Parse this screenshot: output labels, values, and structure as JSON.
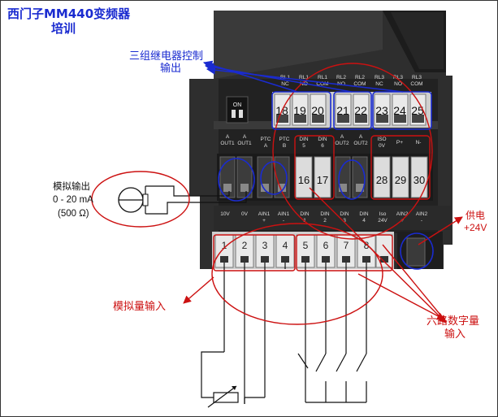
{
  "title": {
    "line1": "西门子MM440变频器",
    "line2": "培训"
  },
  "annotations": {
    "relay_output": {
      "line1": "三组继电器控制",
      "line2": "输出"
    },
    "analog_output": {
      "line1": "模拟输出",
      "line2": "0 - 20 mA",
      "line3": "(500 Ω)"
    },
    "power_supply": {
      "line1": "供电",
      "line2": "+24V"
    },
    "analog_input": "模拟量输入",
    "digital_input": {
      "line1": "六路数字量",
      "line2": "输入"
    }
  },
  "dip_switch": {
    "label": "ON"
  },
  "relay_labels": [
    {
      "top": "RL1",
      "bottom": "NC"
    },
    {
      "top": "RL1",
      "bottom": "NO"
    },
    {
      "top": "RL1",
      "bottom": "COM"
    },
    {
      "top": "RL2",
      "bottom": "NO"
    },
    {
      "top": "RL2",
      "bottom": "COM"
    },
    {
      "top": "RL3",
      "bottom": "NC"
    },
    {
      "top": "RL3",
      "bottom": "NO"
    },
    {
      "top": "RL3",
      "bottom": "COM"
    }
  ],
  "relay_terminals": [
    "18",
    "19",
    "20",
    "21",
    "22",
    "23",
    "24",
    "25"
  ],
  "middle_labels": [
    {
      "top": "A",
      "bottom": "OUT1"
    },
    {
      "top": "A",
      "bottom": "OUT1"
    },
    {
      "top": "PTC",
      "bottom": "A"
    },
    {
      "top": "PTC",
      "bottom": "B"
    },
    {
      "top": "DIN",
      "bottom": "5"
    },
    {
      "top": "DIN",
      "bottom": "6"
    },
    {
      "top": "A",
      "bottom": "OUT2"
    },
    {
      "top": "A",
      "bottom": "OUT2"
    },
    {
      "top": "ISO",
      "bottom": "0V"
    },
    {
      "top": "P+",
      "bottom": ""
    },
    {
      "top": "N-",
      "bottom": ""
    }
  ],
  "middle_terminals": [
    "16",
    "17",
    "28",
    "29",
    "30"
  ],
  "bottom_labels": [
    {
      "top": "10V",
      "bottom": ""
    },
    {
      "top": "0V",
      "bottom": ""
    },
    {
      "top": "AIN1",
      "bottom": "+"
    },
    {
      "top": "AIN1",
      "bottom": "-"
    },
    {
      "top": "DIN",
      "bottom": "1"
    },
    {
      "top": "DIN",
      "bottom": "2"
    },
    {
      "top": "DIN",
      "bottom": "3"
    },
    {
      "top": "DIN",
      "bottom": "4"
    },
    {
      "top": "Iso",
      "bottom": "24V"
    },
    {
      "top": "AIN2",
      "bottom": "+"
    },
    {
      "top": "AIN2",
      "bottom": "-"
    }
  ],
  "bottom_terminals": [
    "1",
    "2",
    "3",
    "4",
    "5",
    "6",
    "7",
    "8"
  ],
  "colors": {
    "title": "#1a2bd0",
    "annotation_red": "#cc1111",
    "annotation_blue": "#1a2bd0",
    "housing": "#2a2a2a"
  }
}
